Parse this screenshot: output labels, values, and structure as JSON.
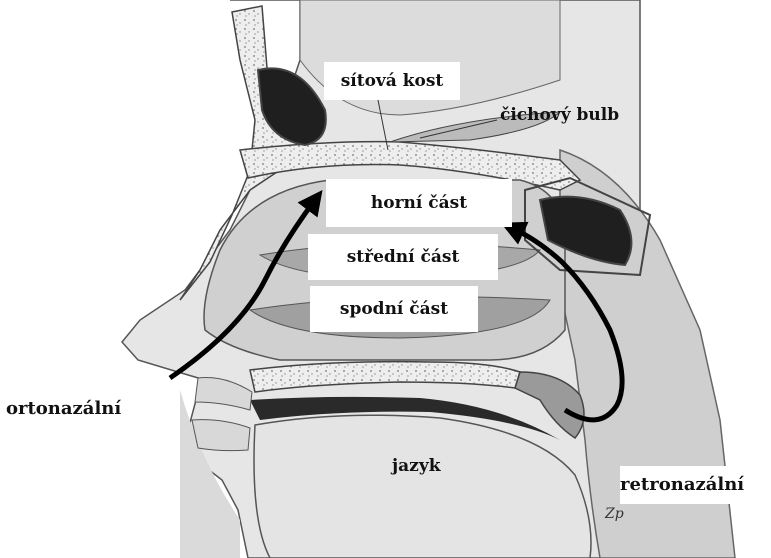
{
  "labels": {
    "ethmoid_bone": "sítová kost",
    "olfactory_bulb": "čichový bulb",
    "upper_part": "horní část",
    "middle_part": "střední část",
    "lower_part": "spodní část",
    "orthonasal": "ortonazální",
    "retronasal": "retronazální",
    "tongue": "jazyk"
  },
  "signature": "Zp",
  "colors": {
    "ink": "#111111",
    "bone": "#ececec",
    "tissue": "#9a9a9a",
    "cavity": "#d0d0d0",
    "sinus": "#1f1f1f",
    "skin": "#e6e6e6"
  }
}
